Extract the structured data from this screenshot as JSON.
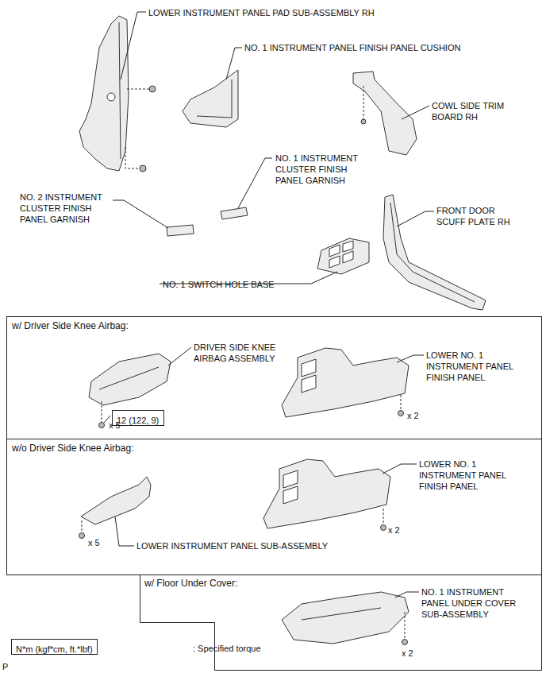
{
  "diagram": {
    "nodes": [
      {
        "text": [
          "w/ Driver Side Knee Airbag:"
        ]
      },
      {
        "text": [
          "w/o Driver Side Knee Airbag:"
        ]
      },
      {
        "text": [
          "w/ Floor Under Cover:"
        ]
      },
      {
        "text": [
          "12 (122, 9)"
        ],
        "in": 0
      },
      {
        "text": [
          "N*m (kgf*cm, ft.*lbf)"
        ]
      }
    ],
    "labels": [
      "LOWER INSTRUMENT PANEL PAD SUB-ASSEMBLY RH",
      "NO. 1 INSTRUMENT PANEL FINISH PANEL CUSHION",
      "COWL SIDE TRIM BOARD RH",
      "NO. 1 INSTRUMENT CLUSTER FINISH PANEL GARNISH",
      "NO. 2 INSTRUMENT CLUSTER FINISH PANEL GARNISH",
      "FRONT DOOR SCUFF PLATE RH",
      "NO. 1 SWITCH HOLE BASE",
      "DRIVER SIDE KNEE AIRBAG ASSEMBLY",
      "LOWER NO. 1 INSTRUMENT PANEL FINISH PANEL",
      "x 5",
      "x 2",
      "LOWER NO. 1 INSTRUMENT PANEL FINISH PANEL",
      "x 5",
      "LOWER INSTRUMENT PANEL SUB-ASSEMBLY",
      "x 2",
      "NO. 1 INSTRUMENT PANEL UNDER COVER SUB-ASSEMBLY",
      "x 2",
      ": Specified torque",
      "P"
    ]
  }
}
